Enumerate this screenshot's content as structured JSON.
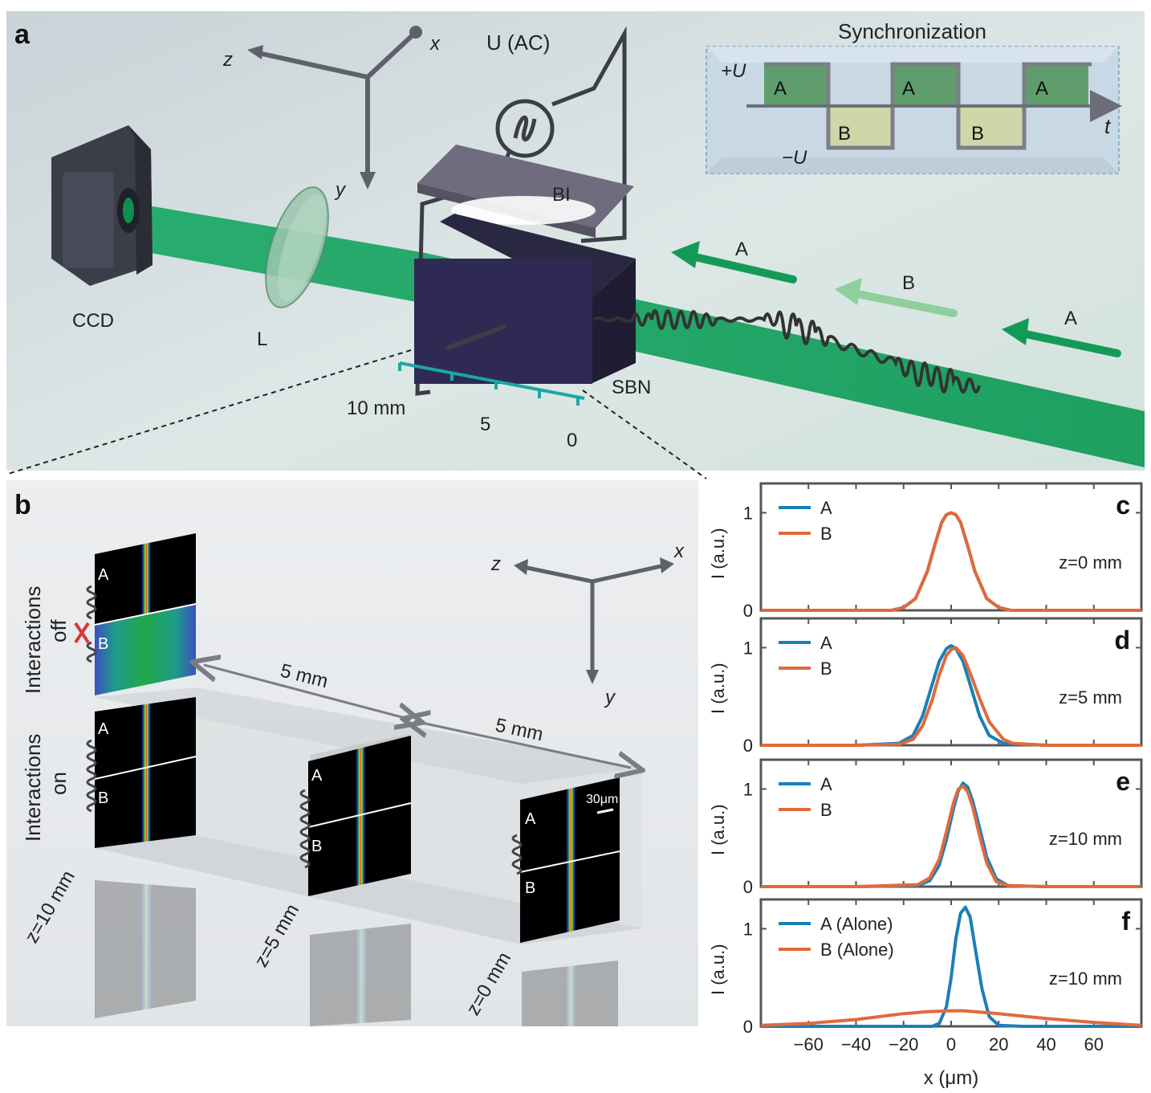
{
  "panel_a": {
    "label": "a",
    "axes": {
      "z": "z",
      "x": "x",
      "y": "y"
    },
    "voltage_label": "U (AC)",
    "bi_label": "BI",
    "sbn_label": "SBN",
    "ccd_label": "CCD",
    "lens_label": "L",
    "ruler": {
      "left": "10 mm",
      "mid": "5",
      "right": "0"
    },
    "beam_arrows": [
      "A",
      "B",
      "A"
    ],
    "sync": {
      "title": "Synchronization",
      "plus": "+U",
      "minus": "−U",
      "t": "t",
      "slots": [
        "A",
        "B",
        "A",
        "B",
        "A"
      ]
    }
  },
  "panel_b": {
    "label": "b",
    "group_off": {
      "line1": "Interactions",
      "line2": "off"
    },
    "group_on": {
      "line1": "Interactions",
      "line2": "on"
    },
    "dist1": "5 mm",
    "dist2": "5 mm",
    "axes": {
      "z": "z",
      "x": "x",
      "y": "y"
    },
    "scale_bar": "30μm",
    "plane_labels": [
      "z=10 mm",
      "z=5 mm",
      "z=0 mm"
    ],
    "frame_letters": [
      "A",
      "B"
    ]
  },
  "colors": {
    "beam": "#0f9a55",
    "series_A": "#1a7fb8",
    "series_B": "#e06a3b",
    "cross": "#d23a3a",
    "ruler": "#1aa7a7",
    "sync_green": "#5f9e6c",
    "sync_tan": "#cfd6a8"
  },
  "chart_data": [
    {
      "panel": "c",
      "type": "line",
      "annotation": "z=0 mm",
      "xlabel": "x (μm)",
      "ylabel": "I (a.u.)",
      "xlim": [
        -80,
        80
      ],
      "ylim": [
        0,
        1.3
      ],
      "yticks": [
        0,
        1
      ],
      "series": [
        {
          "name": "A",
          "x": [
            -80,
            -60,
            -40,
            -25,
            -20,
            -15,
            -10,
            -7,
            -4,
            -2,
            0,
            2,
            4,
            7,
            10,
            15,
            20,
            25,
            40,
            60,
            80
          ],
          "y": [
            0,
            0,
            0,
            0,
            0.03,
            0.12,
            0.4,
            0.66,
            0.9,
            0.98,
            1.0,
            0.98,
            0.9,
            0.66,
            0.4,
            0.12,
            0.03,
            0,
            0,
            0,
            0
          ]
        },
        {
          "name": "B",
          "x": [
            -80,
            -60,
            -40,
            -25,
            -20,
            -15,
            -10,
            -7,
            -4,
            -2,
            0,
            2,
            4,
            7,
            10,
            15,
            20,
            25,
            40,
            60,
            80
          ],
          "y": [
            0,
            0,
            0,
            0,
            0.03,
            0.12,
            0.4,
            0.66,
            0.9,
            0.98,
            1.0,
            0.98,
            0.9,
            0.66,
            0.4,
            0.12,
            0.03,
            0,
            0,
            0,
            0
          ]
        }
      ]
    },
    {
      "panel": "d",
      "type": "line",
      "annotation": "z=5 mm",
      "xlabel": "x (μm)",
      "ylabel": "I (a.u.)",
      "xlim": [
        -80,
        80
      ],
      "ylim": [
        0,
        1.3
      ],
      "yticks": [
        0,
        1
      ],
      "series": [
        {
          "name": "A",
          "x": [
            -80,
            -40,
            -22,
            -16,
            -12,
            -8,
            -5,
            -2,
            0,
            2,
            5,
            8,
            12,
            16,
            22,
            40,
            80
          ],
          "y": [
            0,
            0,
            0.02,
            0.1,
            0.3,
            0.62,
            0.86,
            0.99,
            1.02,
            0.99,
            0.86,
            0.62,
            0.3,
            0.1,
            0.02,
            0,
            0
          ]
        },
        {
          "name": "B",
          "x": [
            -80,
            -40,
            -22,
            -16,
            -12,
            -8,
            -5,
            -2,
            0,
            2,
            5,
            8,
            12,
            16,
            22,
            26,
            40,
            80
          ],
          "y": [
            0,
            0,
            0.01,
            0.06,
            0.2,
            0.46,
            0.72,
            0.92,
            0.98,
            1.0,
            0.92,
            0.74,
            0.48,
            0.24,
            0.06,
            0.02,
            0,
            0
          ]
        }
      ]
    },
    {
      "panel": "e",
      "type": "line",
      "annotation": "z=10 mm",
      "xlabel": "x (μm)",
      "ylabel": "I (a.u.)",
      "xlim": [
        -80,
        80
      ],
      "ylim": [
        0,
        1.3
      ],
      "yticks": [
        0,
        1
      ],
      "series": [
        {
          "name": "A",
          "x": [
            -80,
            -40,
            -14,
            -9,
            -5,
            -2,
            1,
            3,
            5,
            7,
            9,
            12,
            15,
            19,
            24,
            40,
            80
          ],
          "y": [
            0,
            0,
            0.01,
            0.06,
            0.22,
            0.48,
            0.8,
            0.98,
            1.06,
            1.02,
            0.88,
            0.6,
            0.3,
            0.08,
            0.01,
            0,
            0
          ]
        },
        {
          "name": "B",
          "x": [
            -80,
            -40,
            -14,
            -9,
            -5,
            -2,
            1,
            3,
            5,
            7,
            9,
            12,
            15,
            19,
            24,
            40,
            80
          ],
          "y": [
            0,
            0,
            0.02,
            0.09,
            0.28,
            0.56,
            0.86,
            1.0,
            1.03,
            0.97,
            0.82,
            0.52,
            0.24,
            0.05,
            0.01,
            0,
            0
          ]
        }
      ]
    },
    {
      "panel": "f",
      "type": "line",
      "annotation": "z=10 mm",
      "xlabel": "x (μm)",
      "ylabel": "I (a.u.)",
      "xlim": [
        -80,
        80
      ],
      "ylim": [
        0,
        1.3
      ],
      "xticks": [
        -60,
        -40,
        -20,
        0,
        20,
        40,
        60
      ],
      "yticks": [
        0,
        1
      ],
      "series": [
        {
          "name": "A (Alone)",
          "x": [
            -80,
            -20,
            -8,
            -5,
            -2,
            0,
            2,
            4,
            6,
            8,
            10,
            13,
            16,
            20,
            30,
            80
          ],
          "y": [
            0,
            0,
            0,
            0.03,
            0.2,
            0.5,
            0.9,
            1.16,
            1.22,
            1.12,
            0.82,
            0.38,
            0.1,
            0.01,
            0,
            0
          ]
        },
        {
          "name": "B (Alone)",
          "x": [
            -80,
            -60,
            -40,
            -20,
            -10,
            0,
            5,
            10,
            20,
            40,
            60,
            80
          ],
          "y": [
            0.01,
            0.03,
            0.07,
            0.13,
            0.15,
            0.16,
            0.16,
            0.15,
            0.13,
            0.08,
            0.04,
            0.01
          ]
        }
      ]
    }
  ]
}
